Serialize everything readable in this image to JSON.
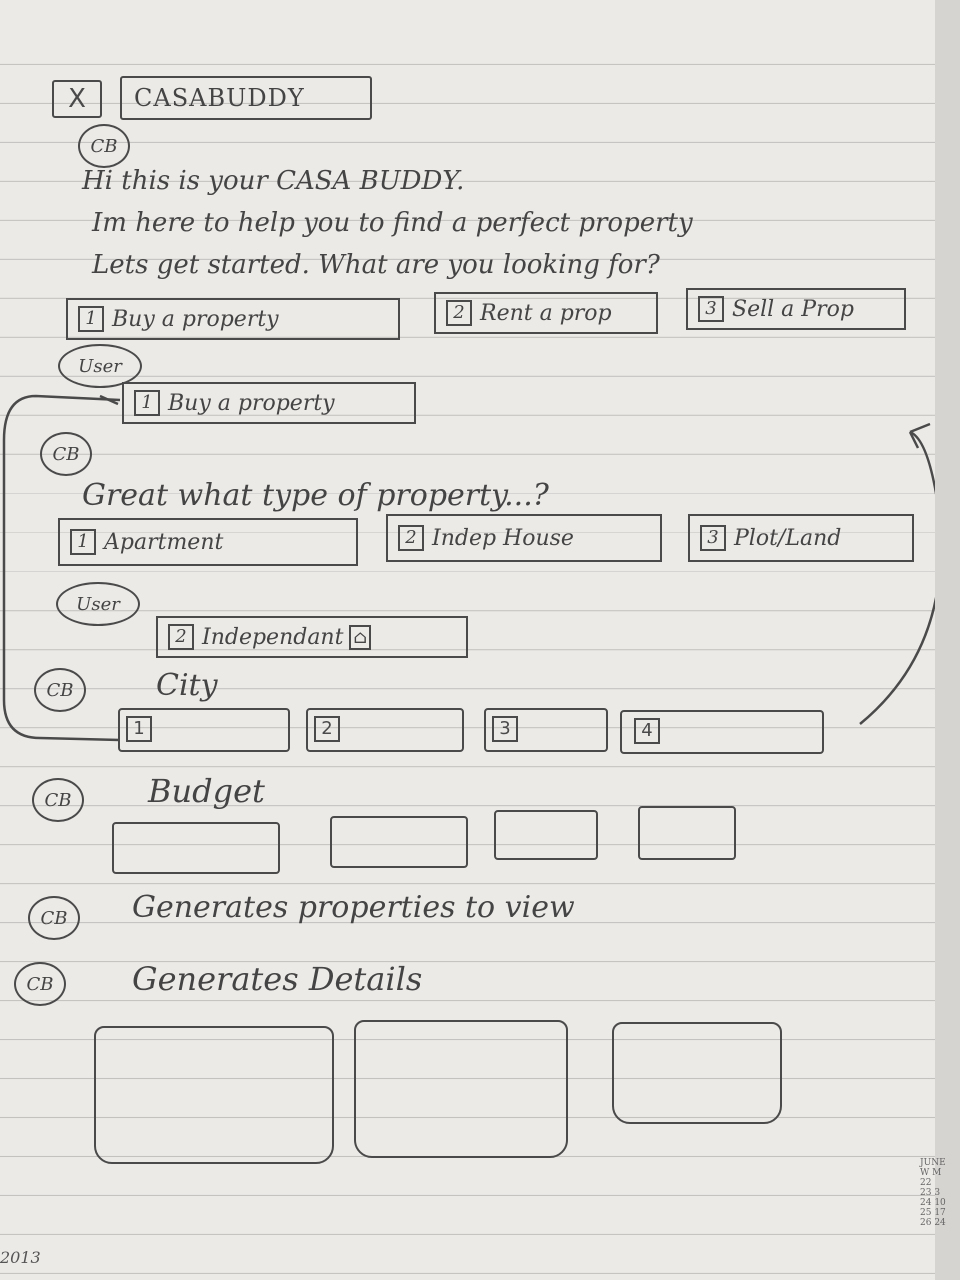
{
  "header": {
    "close_label": "X",
    "title": "CASABUDDY"
  },
  "badges": {
    "bot": "CB",
    "user": "User"
  },
  "intro": [
    "Hi this is your CASA BUDDY.",
    "Im here to help you to find a perfect property",
    "Lets get started. What are you looking for?"
  ],
  "intent_options": [
    {
      "num": "1",
      "label": "Buy a property"
    },
    {
      "num": "2",
      "label": "Rent a prop"
    },
    {
      "num": "3",
      "label": "Sell a Prop"
    }
  ],
  "user_reply_1": {
    "num": "1",
    "label": "Buy a property"
  },
  "type_question": "Great what type of property...?",
  "type_options": [
    {
      "num": "1",
      "label": "Apartment"
    },
    {
      "num": "2",
      "label": "Indep House"
    },
    {
      "num": "3",
      "label": "Plot/Land"
    }
  ],
  "user_reply_2": {
    "num": "2",
    "label": "Independant"
  },
  "city": {
    "label": "City",
    "slots": [
      "1",
      "2",
      "3",
      "4"
    ]
  },
  "budget": {
    "label": "Budget"
  },
  "generate_properties": "Generates properties to view",
  "generate_details": "Generates Details",
  "calendar": {
    "month": "JUNE",
    "cols": "W  M",
    "rows": [
      "22",
      "23  3",
      "24 10",
      "25 17",
      "26 24"
    ]
  },
  "footer_year": "2013"
}
